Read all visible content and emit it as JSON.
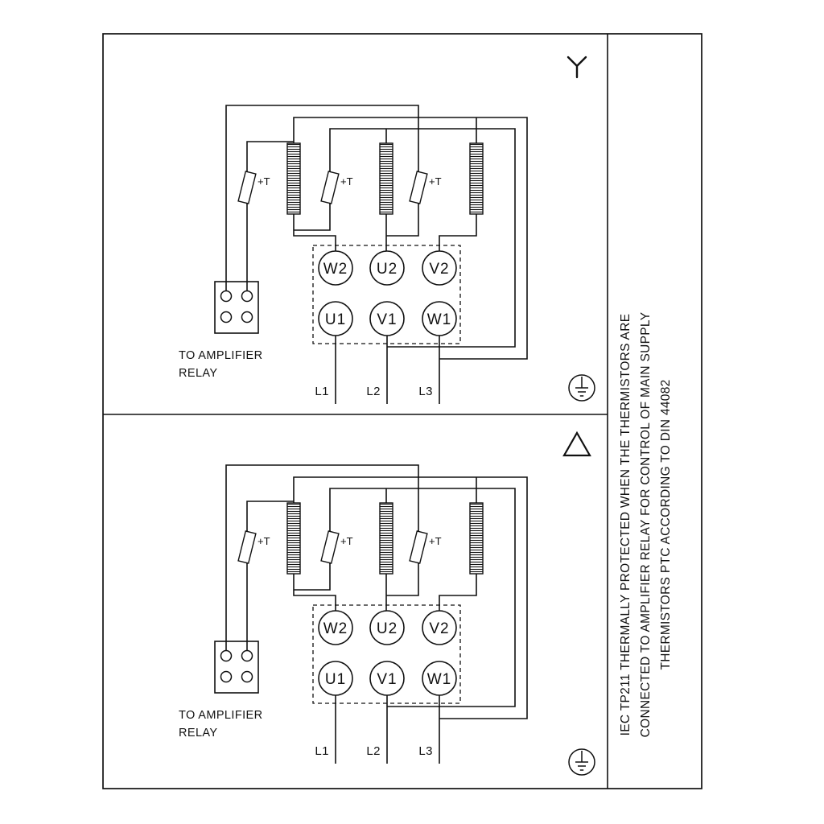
{
  "note": {
    "lines": [
      "IEC TP211 THERMALLY PROTECTED WHEN THE THERMISTORS ARE",
      "CONNECTED TO AMPLIFIER RELAY FOR CONTROL OF MAIN SUPPLY",
      "THERMISTORS PTC ACCORDING TO DIN 44082"
    ]
  },
  "panels": [
    {
      "connection": "star",
      "terminals": {
        "top": [
          "W2",
          "U2",
          "V2"
        ],
        "bottom": [
          "U1",
          "V1",
          "W1"
        ]
      },
      "supply_labels": [
        "L1",
        "L2",
        "L3"
      ],
      "thermistor_label": "+T",
      "relay_caption": [
        "TO AMPLIFIER",
        "RELAY"
      ]
    },
    {
      "connection": "delta",
      "terminals": {
        "top": [
          "W2",
          "U2",
          "V2"
        ],
        "bottom": [
          "U1",
          "V1",
          "W1"
        ]
      },
      "supply_labels": [
        "L1",
        "L2",
        "L3"
      ],
      "thermistor_label": "+T",
      "relay_caption": [
        "TO AMPLIFIER",
        "RELAY"
      ]
    }
  ],
  "icons": {
    "star": "Y-connection",
    "delta": "delta-connection",
    "ground": "protective-earth"
  },
  "colors": {
    "line": "#111111",
    "background": "#ffffff"
  }
}
